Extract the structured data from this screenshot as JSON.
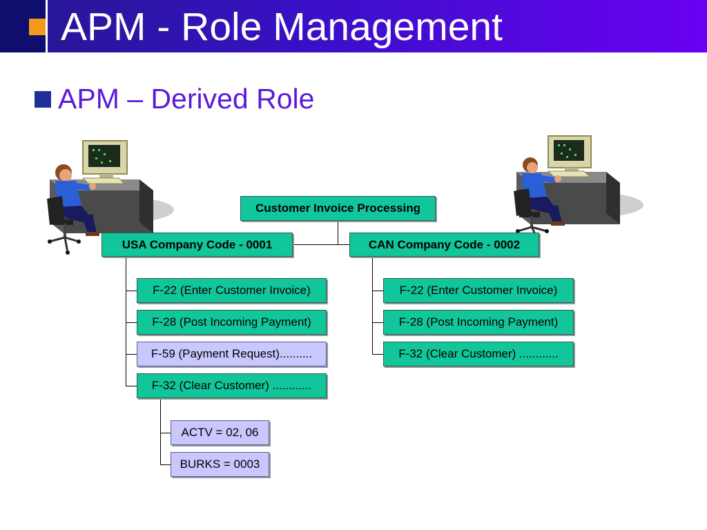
{
  "slide": {
    "title": "APM - Role Management",
    "bullet": "APM – Derived Role"
  },
  "diagram": {
    "root": "Customer Invoice Processing",
    "usa": {
      "label": "USA Company Code - 0001",
      "transactions": [
        "F-22 (Enter Customer Invoice)",
        "F-28 (Post Incoming Payment)",
        "F-59 (Payment Request)..........",
        "F-32 (Clear Customer) ............"
      ],
      "fields": [
        "ACTV = 02, 06",
        "BURKS = 0003"
      ]
    },
    "can": {
      "label": "CAN Company Code - 0002",
      "transactions": [
        "F-22 (Enter Customer Invoice)",
        "F-28 (Post Incoming Payment)",
        "F-32 (Clear Customer) ............"
      ]
    }
  },
  "colors": {
    "node_green": "#12c69c",
    "node_lavender": "#c8c8ff",
    "title_bar": "#3a10c8",
    "bullet_text": "#5b1ad8",
    "title_accent": "#f39a1e"
  },
  "icons": [
    "user-at-computer-icon",
    "user-at-computer-icon"
  ]
}
